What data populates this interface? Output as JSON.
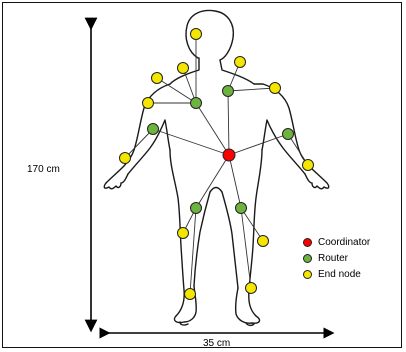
{
  "dimensions": {
    "height_label": "170 cm",
    "width_label": "35 cm"
  },
  "legend": {
    "coordinator": {
      "label": "Coordinator",
      "color": "#ff0000"
    },
    "router": {
      "label": "Router",
      "color": "#6db33f"
    },
    "end_node": {
      "label": "End node",
      "color": "#f5e600"
    }
  },
  "colors": {
    "outline": "#1a1a1a",
    "link": "#333333"
  }
}
